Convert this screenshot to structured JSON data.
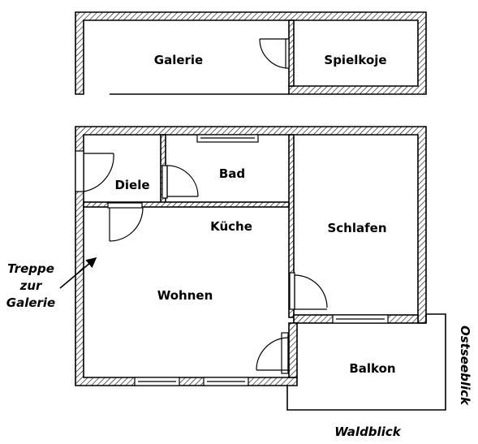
{
  "rooms": {
    "galerie": "Galerie",
    "spielkoje": "Spielkoje",
    "diele": "Diele",
    "bad": "Bad",
    "kueche": "Küche",
    "schlafen": "Schlafen",
    "wohnen": "Wohnen",
    "balkon": "Balkon"
  },
  "annotations": {
    "treppe": [
      "Treppe",
      "zur",
      "Galerie"
    ],
    "ostseeblick": "Ostseeblick",
    "waldblick": "Waldblick"
  }
}
